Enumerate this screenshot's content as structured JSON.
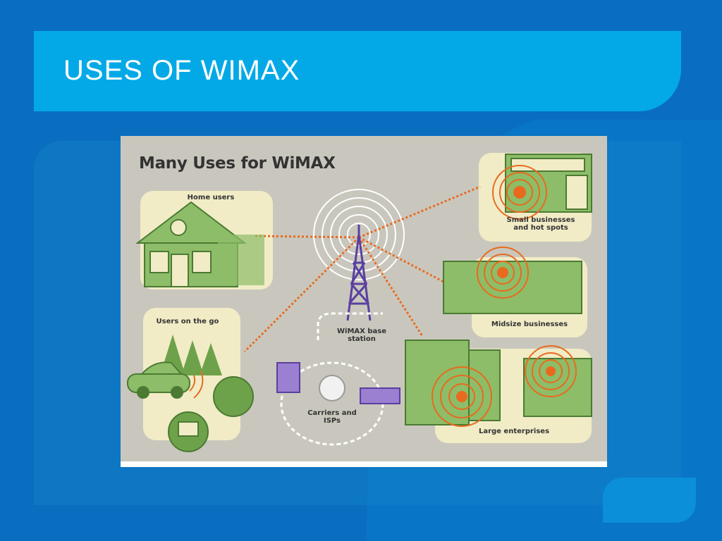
{
  "slide": {
    "title": "USES OF WIMAX"
  },
  "figure": {
    "title": "Many Uses for WiMAX",
    "labels": {
      "home_users": "Home users",
      "users_on_the_go": "Users on the go",
      "base_station": "WiMAX base\nstation",
      "carriers": "Carriers and\nISPs",
      "small_business": "Small businesses\nand hot spots",
      "midsize": "Midsize businesses",
      "large": "Large enterprises"
    }
  },
  "colors": {
    "slide_bg": "#0a6ec0",
    "title_bar": "#03a9e6",
    "figure_bg": "#c9c7bd",
    "panel": "#f1ecc6",
    "green": "#7db15a",
    "tower": "#5b3fa0",
    "signal": "#e96a1f"
  }
}
